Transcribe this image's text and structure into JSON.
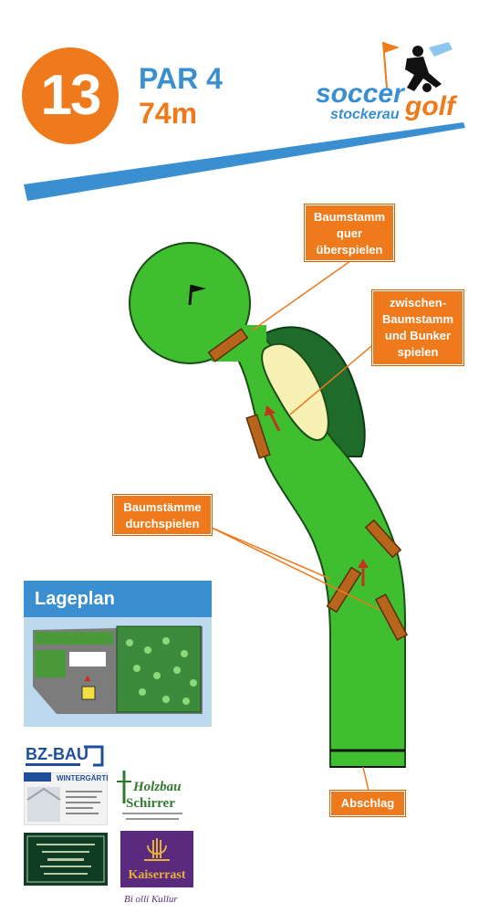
{
  "hole": {
    "number": "13",
    "par": "PAR 4",
    "distance": "74m"
  },
  "brand": {
    "word1": "soccer",
    "word2": "golf",
    "sub": "stockerau"
  },
  "callouts": {
    "log_cross": [
      "Baumstamm",
      "quer",
      "überspielen"
    ],
    "between": [
      "zwischen-",
      "Baumstamm",
      "und Bunker",
      "spielen"
    ],
    "logs_through": [
      "Baumstämme",
      "durchspielen"
    ],
    "tee": "Abschlag"
  },
  "site_plan": {
    "title": "Lageplan"
  },
  "sponsors": {
    "bzbau": "BZ-BAU",
    "wintergarten": "WINTERGÄRTEN",
    "holzbau1": "Holzbau",
    "holzbau2": "Schirrer",
    "kaiserrast": "Kaiserrast",
    "kaiserrast_sub": "Bi olli Kullur"
  },
  "colors": {
    "orange": "#ee7a1c",
    "blue": "#3a8fd0",
    "fairway": "#3fbf2f",
    "rough": "#1e6b2a",
    "bunker": "#f7f2b4",
    "log": "#b8651c"
  }
}
